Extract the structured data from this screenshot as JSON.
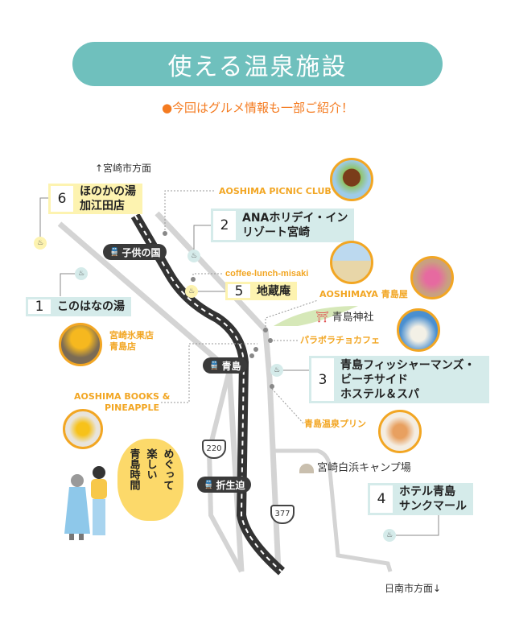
{
  "title": "使える温泉施設",
  "subtitle": "●今回はグルメ情報も一部ご紹介！",
  "directions": {
    "north": "↑宮崎市方面",
    "south": "日南市方面↓"
  },
  "facilities": [
    {
      "num": "1",
      "name": [
        "このはなの湯"
      ]
    },
    {
      "num": "2",
      "name": [
        "ANAホリデイ・イン",
        "リゾート宮崎"
      ]
    },
    {
      "num": "3",
      "name": [
        "青島フィッシャーマンズ・",
        "ビーチサイド",
        "ホステル＆スパ"
      ]
    },
    {
      "num": "4",
      "name": [
        "ホテル青島",
        "サンクマール"
      ]
    },
    {
      "num": "5",
      "name": [
        "地蔵庵"
      ]
    },
    {
      "num": "6",
      "name": [
        "ほのかの湯",
        "加江田店"
      ]
    }
  ],
  "gourmet": {
    "picnic": "AOSHIMA PICNIC CLUB",
    "misaki": "coffee-lunch-misaki",
    "aoshimaya": "AOSHIMAYA 青島屋",
    "parabora": "パラボラチョカフェ",
    "hyoka": [
      "宮崎氷果店",
      "青島店"
    ],
    "books": [
      "AOSHIMA BOOKS &",
      "PINEAPPLE"
    ],
    "purin": "青島温泉プリン"
  },
  "stations": [
    "子供の国",
    "青島",
    "折生迫"
  ],
  "landmarks": {
    "shrine": "青島神社",
    "camp": "宮崎白浜キャンプ場"
  },
  "routes": [
    "220",
    "377"
  ],
  "bubble": [
    "めぐって",
    "楽しい",
    "青島時間"
  ],
  "icons": {
    "onsen": "♨",
    "train": "🚆",
    "shrine": "⛩"
  },
  "colors": {
    "accent": "#6fc0bd",
    "orange": "#f47b20",
    "gold": "#f2a623",
    "tealLabel": "#d5ebea",
    "yellowLabel": "#fdf3b0"
  }
}
